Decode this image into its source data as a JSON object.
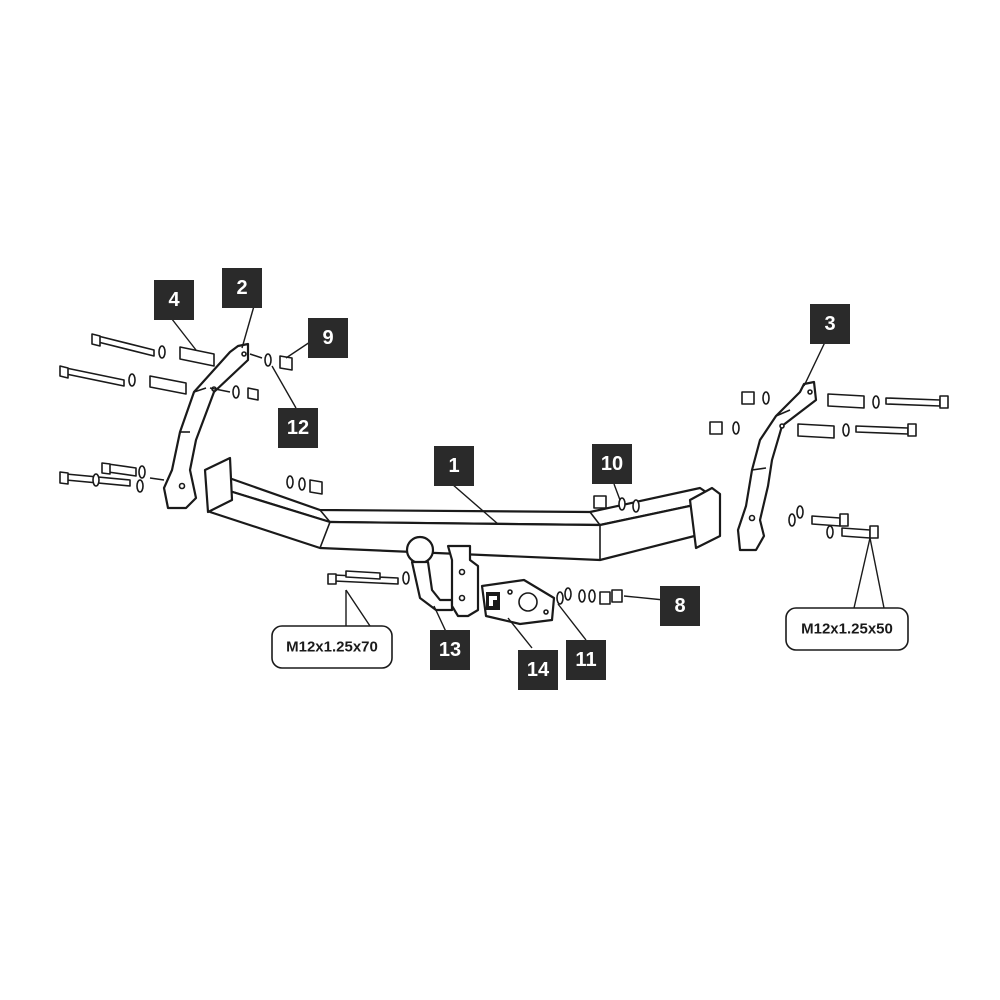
{
  "part_labels": [
    {
      "id": "1",
      "text": "1"
    },
    {
      "id": "2",
      "text": "2"
    },
    {
      "id": "3",
      "text": "3"
    },
    {
      "id": "4",
      "text": "4"
    },
    {
      "id": "8",
      "text": "8"
    },
    {
      "id": "9",
      "text": "9"
    },
    {
      "id": "10",
      "text": "10"
    },
    {
      "id": "11",
      "text": "11"
    },
    {
      "id": "12",
      "text": "12"
    },
    {
      "id": "13",
      "text": "13"
    },
    {
      "id": "14",
      "text": "14"
    }
  ],
  "bolt_callouts": {
    "left": "M12x1.25x70",
    "right": "M12x1.25x50"
  },
  "colors": {
    "tag_fill": "#2a2a2a",
    "tag_text": "#ffffff",
    "line": "#1a1a1a",
    "background": "#ffffff"
  }
}
